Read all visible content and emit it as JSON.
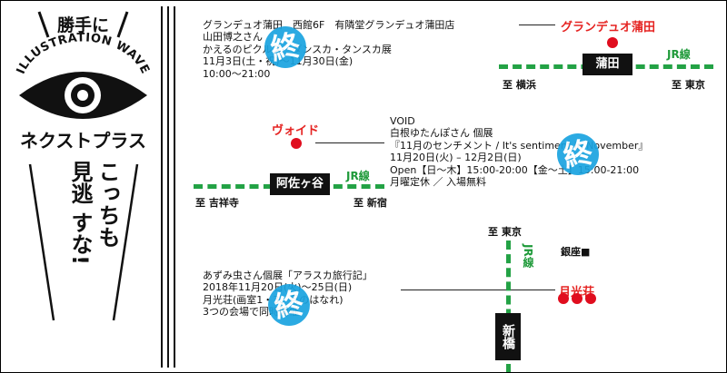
{
  "header": {
    "title": "勝手に",
    "arc_text": "ILLUSTRATION WAVE",
    "brand": "ネクストプラス"
  },
  "tagline": {
    "lines": [
      "こっちも",
      "見逃",
      "すな!"
    ]
  },
  "seal_text": "終",
  "events": [
    {
      "venue": "グランデュオ蒲田　西館6F　有隣堂グランデュオ蒲田店",
      "artist": "山田博之さん",
      "title": "かえるのピクルス　ダンスカ・タンスカ展",
      "dates": "11月3日(土・祝)～11月30日(金)",
      "hours": "10:00～21:00"
    },
    {
      "venue": "VOID",
      "artist": "白根ゆたんぽさん 個展",
      "title": "『11月のセンチメント / It's sentiment in November』",
      "dates": "11月20日(火) – 12月2日(日)",
      "hours": "Open【日～木】15:00-20:00【金～土】15:00-21:00",
      "closed": "月曜定休 ／ 入場無料"
    },
    {
      "artist": "あずみ虫さん個展「アラスカ旅行記」",
      "dates": "2018年11月20日(火)～25日(日)",
      "venue": "月光荘(画室1・3、月のはなれ)",
      "note": "3つの会場で同時開催"
    }
  ],
  "maps": {
    "kamata": {
      "landmark": "グランデュオ蒲田",
      "station": "蒲田",
      "line": "JR線",
      "dir_left": "至 横浜",
      "dir_right": "至 東京"
    },
    "asagaya": {
      "landmark": "ヴォイド",
      "station": "阿佐ヶ谷",
      "line": "JR線",
      "dir_left": "至 吉祥寺",
      "dir_right": "至 新宿"
    },
    "shinbashi": {
      "landmark": "月光荘",
      "station": "新橋",
      "line": "JR線",
      "dir_top": "至 東京",
      "ginza": "銀座■"
    }
  }
}
